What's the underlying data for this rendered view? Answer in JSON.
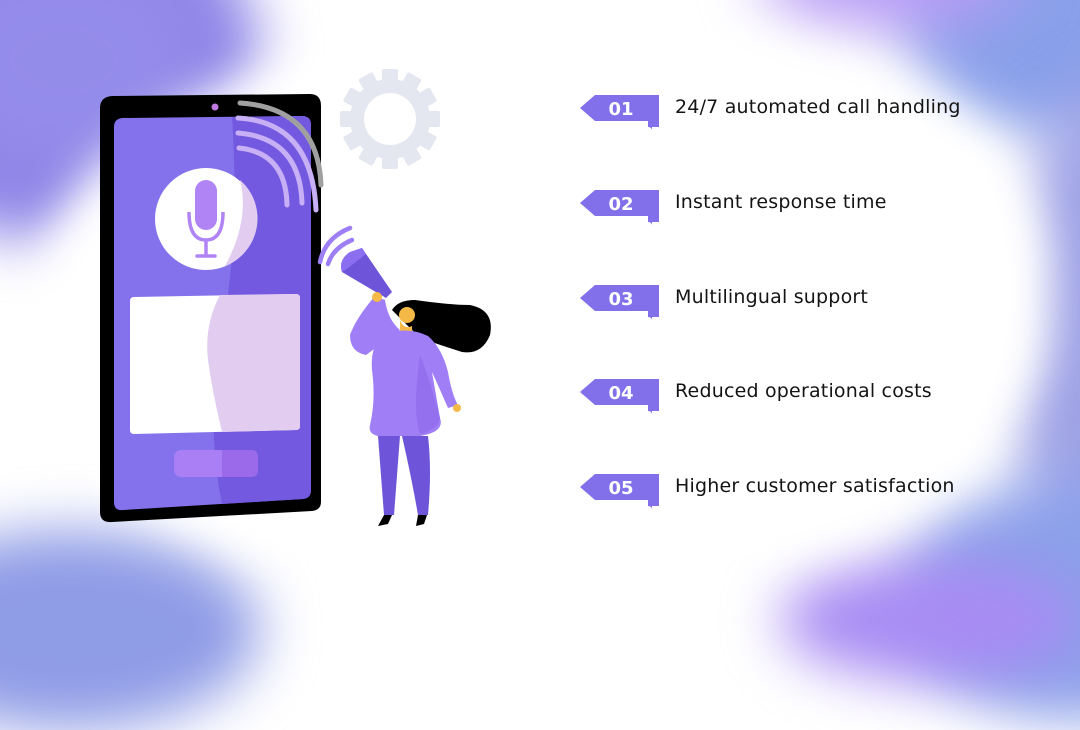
{
  "colors": {
    "accent": "#7f6ff0",
    "badge_fill": "#8170ea",
    "phone_body": "#000000",
    "phone_screen": "#8472ec",
    "phone_screen_shade": "#7359e0",
    "gear": "#e4e7f0",
    "text": "#141414"
  },
  "illustration": {
    "phone": {
      "screen_icon": "microphone-icon",
      "card": "message-card",
      "button": "phone-button"
    },
    "gear": "gear-icon",
    "person": "woman-with-megaphone"
  },
  "features": [
    {
      "number": "01",
      "label": "24/7 automated call handling"
    },
    {
      "number": "02",
      "label": "Instant response time"
    },
    {
      "number": "03",
      "label": "Multilingual support"
    },
    {
      "number": "04",
      "label": "Reduced operational costs"
    },
    {
      "number": "05",
      "label": "Higher customer satisfaction"
    }
  ]
}
